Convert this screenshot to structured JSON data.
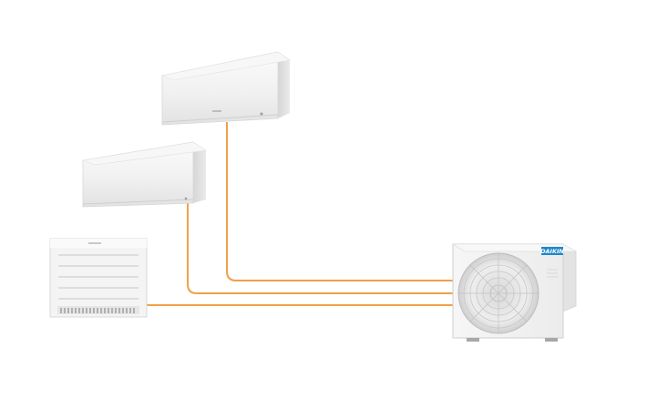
{
  "scene": {
    "background": "#ffffff",
    "pipe_color": "#f0a04a",
    "brand_color": "#1e88c8"
  },
  "outdoor_unit": {
    "brand": "DAIKIN",
    "icon": "daikin-logo"
  },
  "indoor_units": [
    {
      "name": "wall-unit-upper",
      "icon": "wall-mounted-ac"
    },
    {
      "name": "wall-unit-lower",
      "icon": "wall-mounted-ac"
    },
    {
      "name": "floor-console-unit",
      "icon": "floor-standing-ac"
    }
  ]
}
